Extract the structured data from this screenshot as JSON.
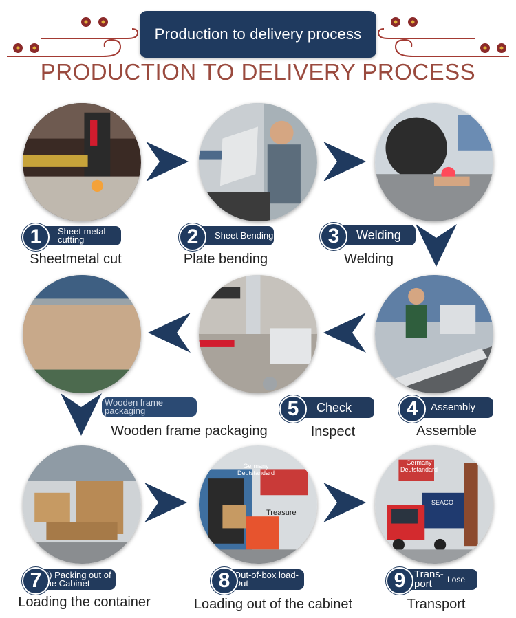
{
  "header": {
    "banner_title": "Production to delivery process",
    "heading": "PRODUCTION TO DELIVERY PROCESS"
  },
  "colors": {
    "navy": "#1f3a5f",
    "heading_red": "#9a4a3e",
    "ornament_red": "#8b2a2a"
  },
  "steps": [
    {
      "number": "1",
      "tag": "Sheet metal cutting",
      "caption": "Sheetmetal cut"
    },
    {
      "number": "2",
      "tag": "Sheet Bending",
      "caption": "Plate bending"
    },
    {
      "number": "3",
      "tag": "Welding",
      "caption": "Welding"
    },
    {
      "number": "4",
      "tag": "Assembly",
      "caption": "Assemble"
    },
    {
      "number": "5",
      "tag": "Check",
      "caption": "Inspect"
    },
    {
      "number": "",
      "tag": "Wooden frame packaging",
      "caption": "Wooden frame packaging"
    },
    {
      "number": "7",
      "tag": "2) Packing out of the Cabinet",
      "caption": "Loading the container"
    },
    {
      "number": "8",
      "tag": "Out-of-box load-Out",
      "caption": "Loading out of the cabinet"
    },
    {
      "number": "9",
      "tag": "Trans-port",
      "tag_extra": "Lose",
      "caption": "Transport"
    }
  ],
  "photo_text": {
    "sign": "Germany Deutstandard",
    "treasure": "Treasure",
    "container": "SEAGO"
  }
}
